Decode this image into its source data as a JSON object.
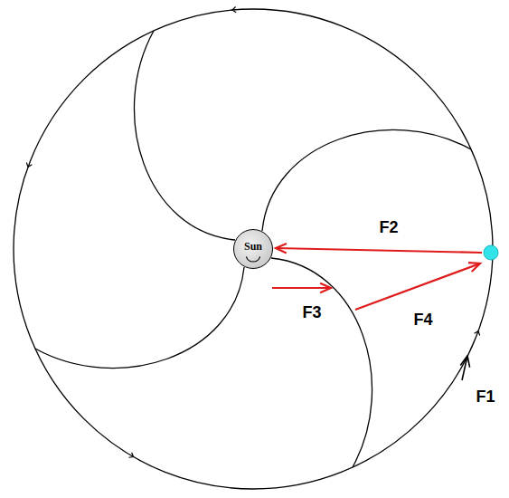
{
  "diagram": {
    "nodes": [
      {
        "text": [
          "Sun"
        ]
      }
    ],
    "labels": [
      "F2",
      "F3",
      "F4",
      "F1"
    ]
  }
}
